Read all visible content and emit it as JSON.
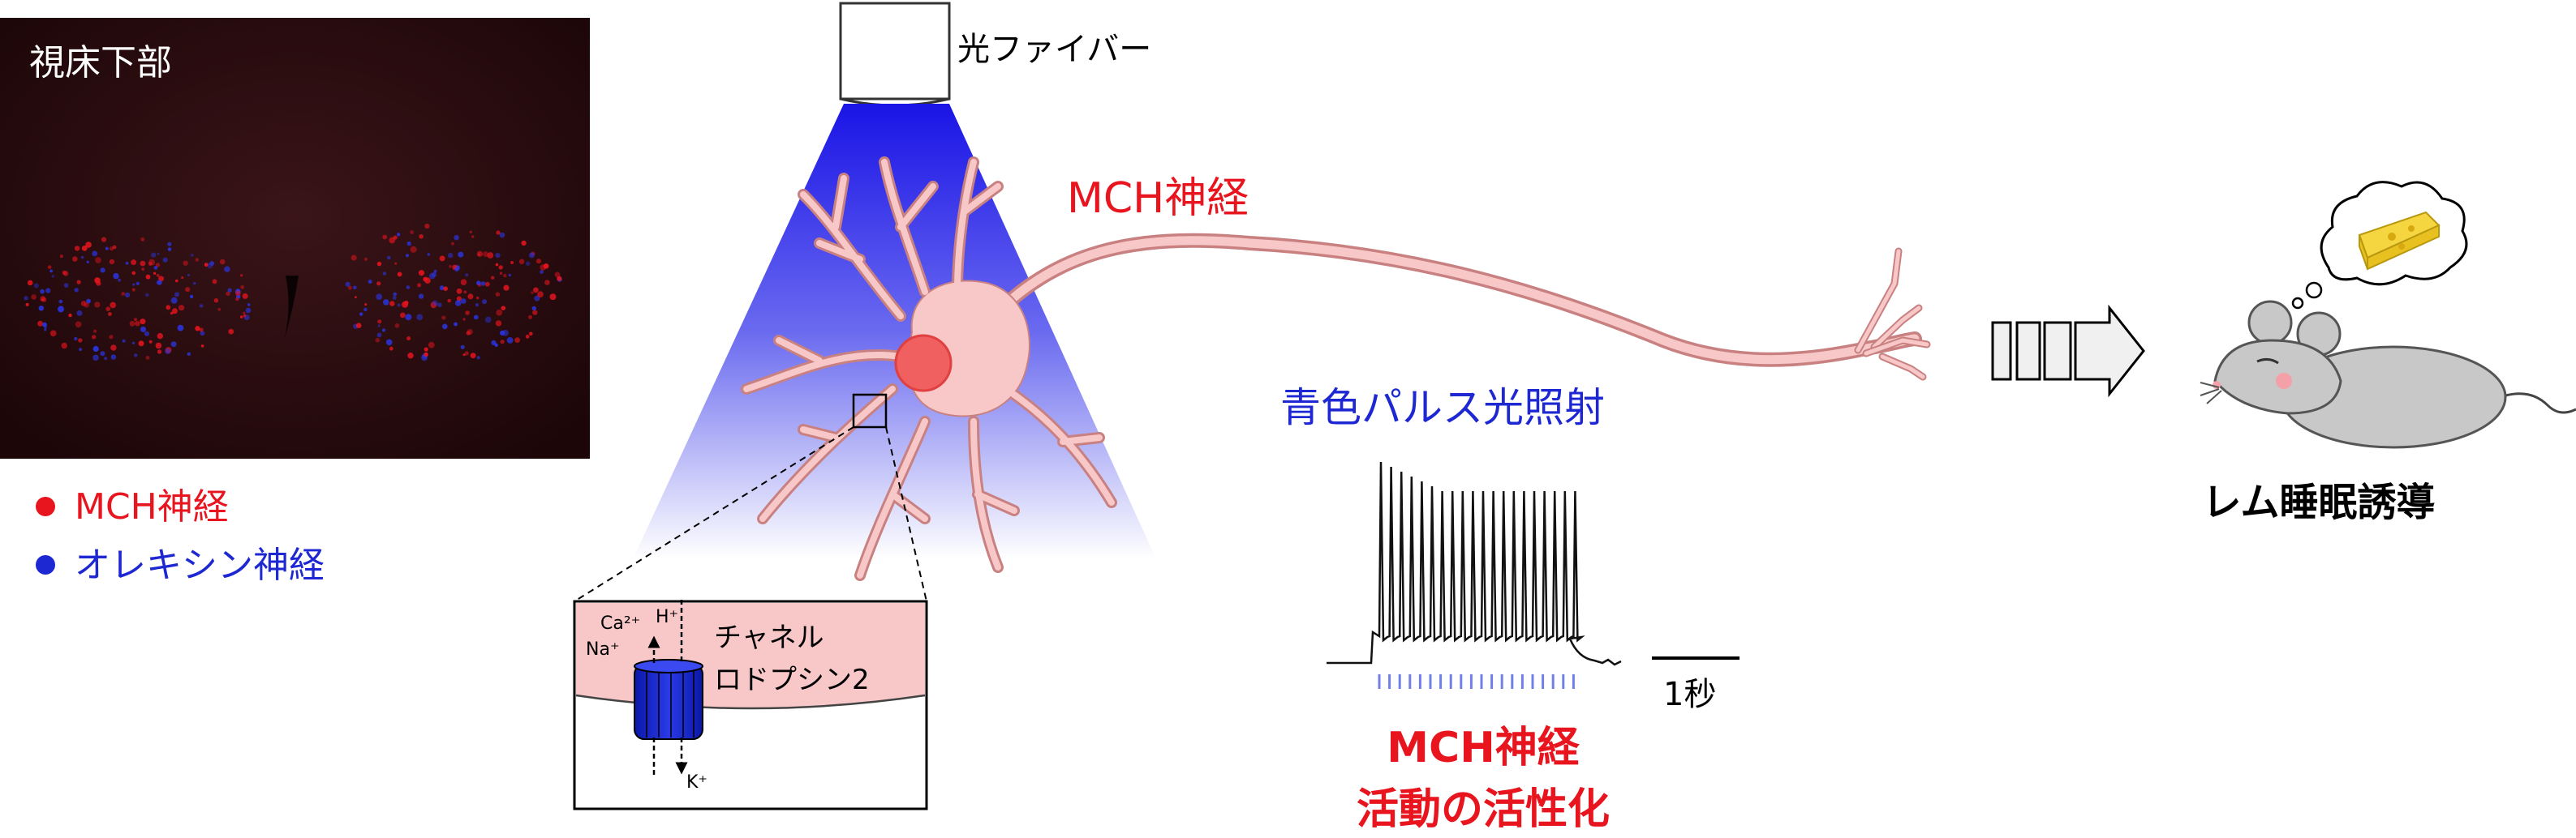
{
  "micrograph": {
    "title": "視床下部",
    "legend": [
      {
        "label": "MCH神経",
        "color": "#e8141e"
      },
      {
        "label": "オレキシン神経",
        "color": "#1e28d2"
      }
    ]
  },
  "optics": {
    "fiber_label": "光ファイバー"
  },
  "neuron": {
    "label": "MCH神経"
  },
  "inset": {
    "channel_label_line1": "チャネル",
    "channel_label_line2": "ロドプシン2",
    "ion_ca": "Ca²⁺",
    "ion_h": "H⁺",
    "ion_na": "Na⁺",
    "ion_k": "K⁺"
  },
  "recording": {
    "stimulus_label": "青色パルス光照射",
    "scale_label": "1秒",
    "result_line1": "MCH神経",
    "result_line2": "活動の活性化"
  },
  "outcome": {
    "label": "レム睡眠誘導"
  },
  "colors": {
    "red": "#e8141e",
    "blue": "#1e28d2",
    "neuron_fill": "#f8c8c8",
    "neuron_stroke": "#c88080",
    "nucleus": "#f06060",
    "mouse_fill": "#c8c8c8",
    "cheese": "#f5d640"
  },
  "icons": [
    "optical-fiber-icon",
    "neuron-icon",
    "ion-channel-icon",
    "arrow-right-icon",
    "mouse-icon",
    "thought-bubble-icon",
    "cheese-icon"
  ]
}
